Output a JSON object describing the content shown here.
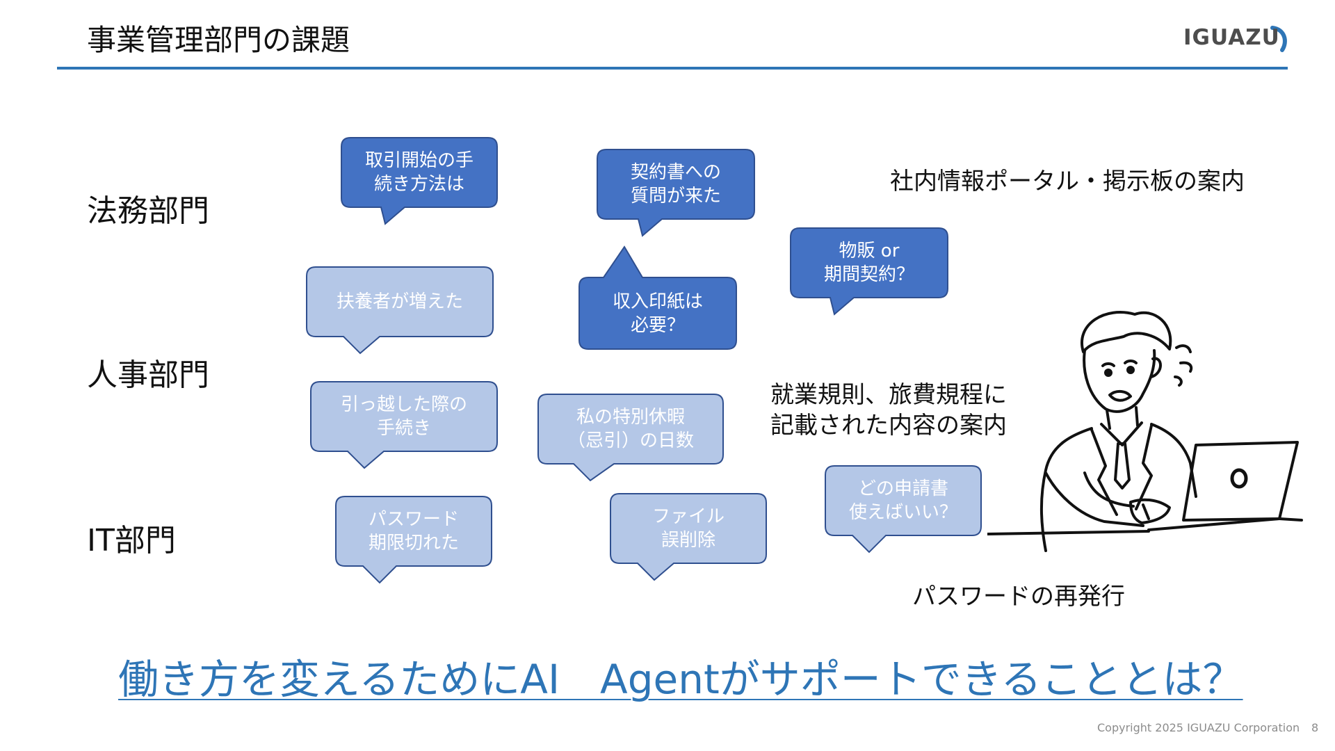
{
  "header": {
    "title": "事業管理部門の課題",
    "logo_text": "IGUAZU"
  },
  "departments": [
    {
      "label": "法務部門"
    },
    {
      "label": "人事部門"
    },
    {
      "label": "IT部門"
    }
  ],
  "callouts": [
    {
      "text": "取引開始の手\n続き方法は",
      "style": "dark"
    },
    {
      "text": "契約書への\n質問が来た",
      "style": "dark"
    },
    {
      "text": "収入印紙は\n必要？",
      "style": "dark"
    },
    {
      "text": "物販 or\n期間契約？",
      "style": "dark"
    },
    {
      "text": "扶養者が増えた",
      "style": "light"
    },
    {
      "text": "引っ越した際の\n手続き",
      "style": "light"
    },
    {
      "text": "私の特別休暇\n（忌引）の日数",
      "style": "light"
    },
    {
      "text": "パスワード\n期限切れた",
      "style": "light"
    },
    {
      "text": "ファイル\n誤削除",
      "style": "light"
    },
    {
      "text": "どの申請書\n使えばいい？",
      "style": "light"
    }
  ],
  "notes": [
    {
      "text": "社内情報ポータル・掲示板の案内"
    },
    {
      "text": "就業規則、旅費規程に\n記載された内容の案内"
    },
    {
      "text": "パスワードの再発行"
    }
  ],
  "tagline": "働き方を変えるためにAI　Agentがサポートできることとは？",
  "footer": {
    "copyright": "Copyright 2025 IGUAZU Corporation",
    "page_number": "8"
  },
  "colors": {
    "accent": "#2E75B6",
    "bubble_dark": "#4472C4",
    "bubble_light": "#B4C7E7",
    "bubble_border": "#2F4F8F"
  },
  "icons": {
    "worried_person": "worried-man-at-laptop-illustration",
    "logo": "iguazu-logo"
  }
}
